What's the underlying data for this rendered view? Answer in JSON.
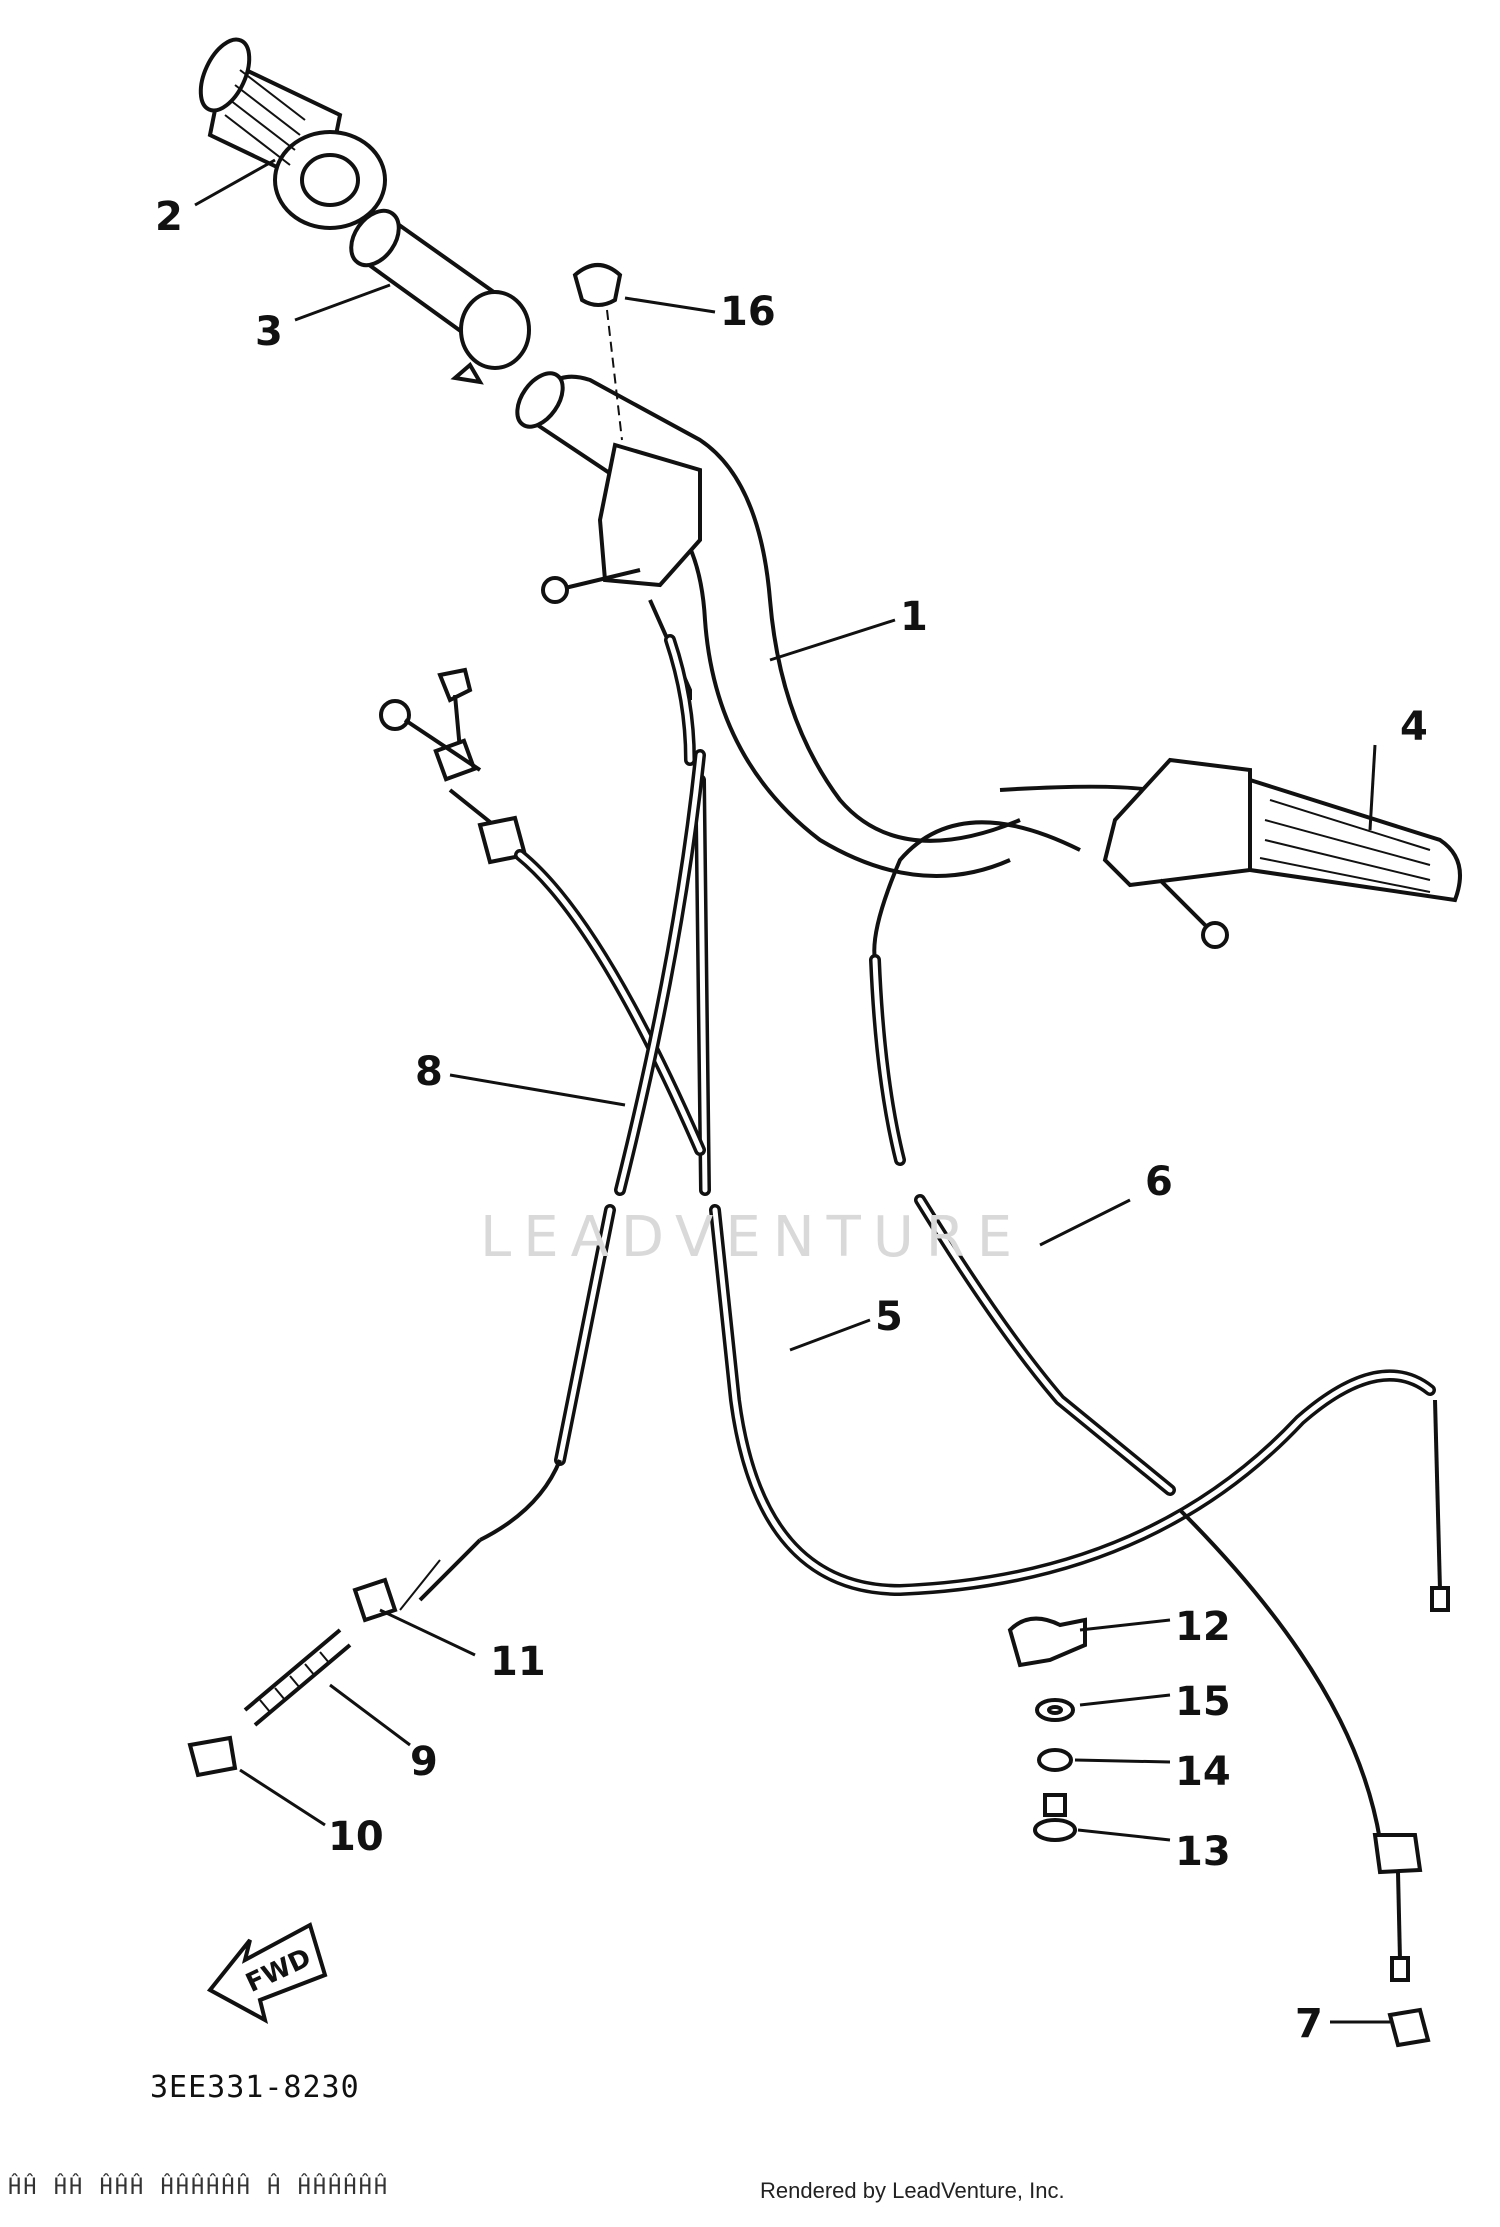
{
  "diagram": {
    "callouts": [
      {
        "id": "1",
        "label": "1"
      },
      {
        "id": "2",
        "label": "2"
      },
      {
        "id": "3",
        "label": "3"
      },
      {
        "id": "4",
        "label": "4"
      },
      {
        "id": "5",
        "label": "5"
      },
      {
        "id": "6",
        "label": "6"
      },
      {
        "id": "7",
        "label": "7"
      },
      {
        "id": "8",
        "label": "8"
      },
      {
        "id": "9",
        "label": "9"
      },
      {
        "id": "10",
        "label": "10"
      },
      {
        "id": "11",
        "label": "11"
      },
      {
        "id": "12",
        "label": "12"
      },
      {
        "id": "13",
        "label": "13"
      },
      {
        "id": "14",
        "label": "14"
      },
      {
        "id": "15",
        "label": "15"
      },
      {
        "id": "16",
        "label": "16"
      }
    ],
    "fwd_label": "FWD",
    "part_code": "3EE331-8230"
  },
  "watermark": {
    "text": "LEADVENTURE"
  },
  "footer": {
    "left_text": "ĤĤ ĤĤ ĤĤĤ ĤĤĤĤĤĤ Ĥ ĤĤĤĤĤĤ",
    "credit": "Rendered by LeadVenture, Inc."
  }
}
